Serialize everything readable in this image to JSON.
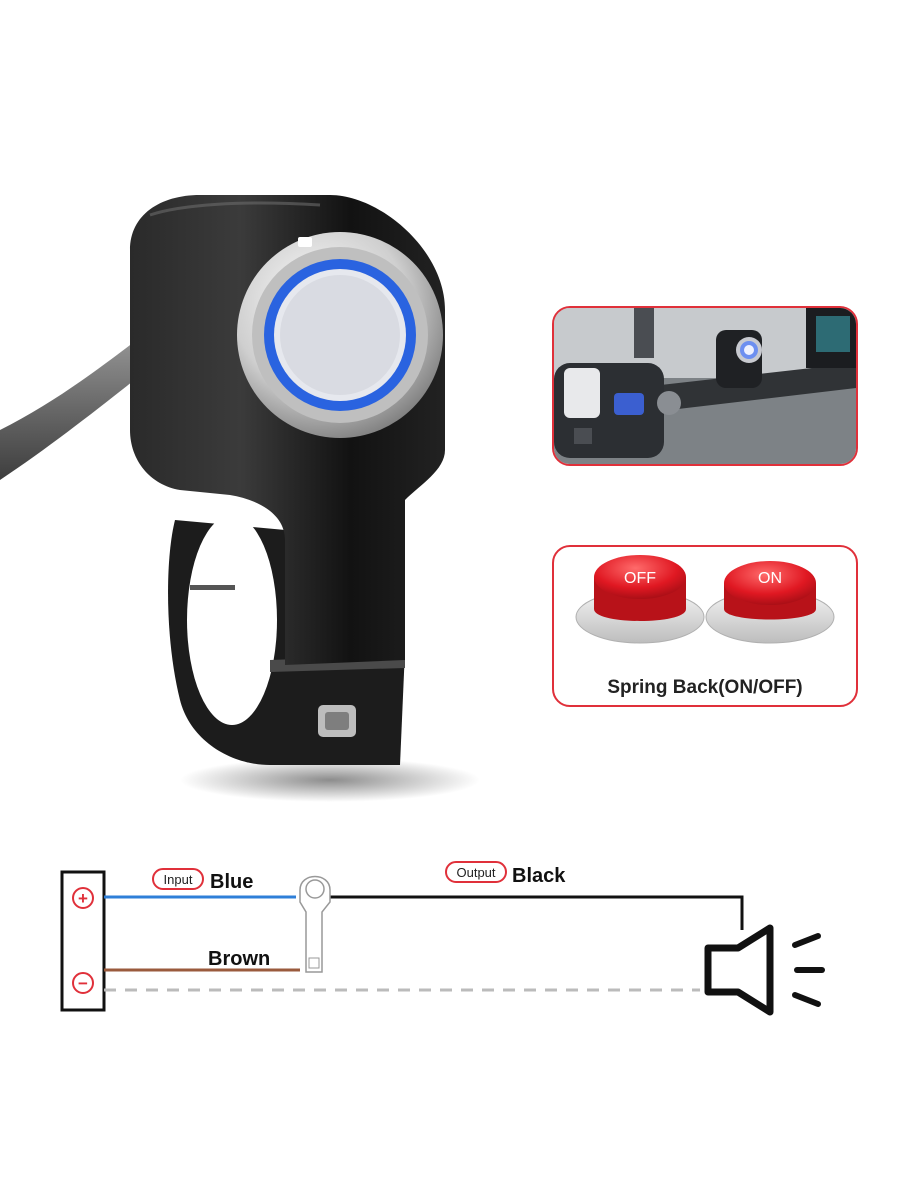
{
  "inset_switch_types": {
    "off_label": "OFF",
    "on_label": "ON",
    "caption": "Spring Back(ON/OFF)"
  },
  "wiring": {
    "positive_symbol": "+",
    "negative_symbol": "−",
    "input_tag": "Input",
    "input_wire": "Blue",
    "output_tag": "Output",
    "output_wire": "Black",
    "ground_wire": "Brown"
  },
  "colors": {
    "blue_wire": "#2f7fd8",
    "brown_wire": "#9a5a3c",
    "black_wire": "#111111",
    "ground_dash": "#bbbbbb",
    "accent_red": "#e0303a",
    "led_ring": "#2a63e0",
    "button_red": "#e01822"
  }
}
